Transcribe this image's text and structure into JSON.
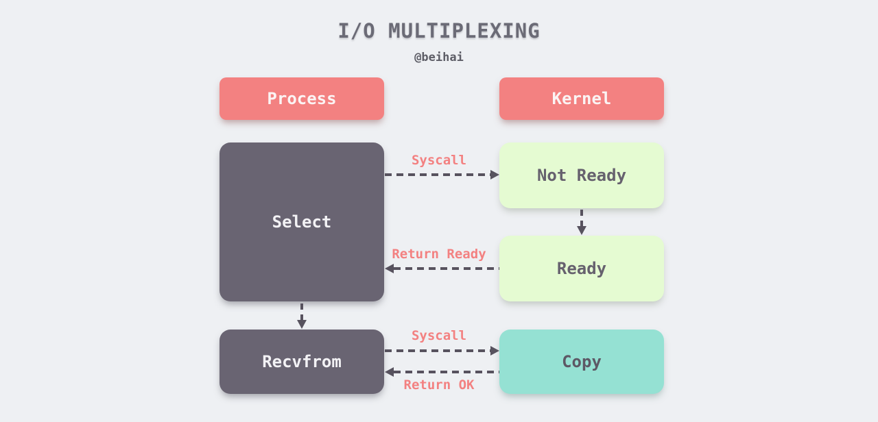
{
  "header": {
    "title": "I/O MULTIPLEXING",
    "author": "@beihai"
  },
  "lanes": {
    "process": "Process",
    "kernel": "Kernel"
  },
  "nodes": {
    "select": "Select",
    "not_ready": "Not Ready",
    "ready": "Ready",
    "recvfrom": "Recvfrom",
    "copy": "Copy"
  },
  "edges": {
    "syscall_select": "Syscall",
    "return_ready": "Return Ready",
    "syscall_recvfrom": "Syscall",
    "return_ok": "Return OK"
  },
  "colors": {
    "background": "#eef0f3",
    "lane_header": "#f38181",
    "process_node": "#696472",
    "kernel_state_node": "#e5fbd2",
    "kernel_copy_node": "#95e1d3",
    "arrow": "#57525e",
    "edge_label": "#f38181",
    "title_text": "#6b6b76",
    "light_text": "#f3f2f5",
    "dark_text": "#66616e"
  }
}
